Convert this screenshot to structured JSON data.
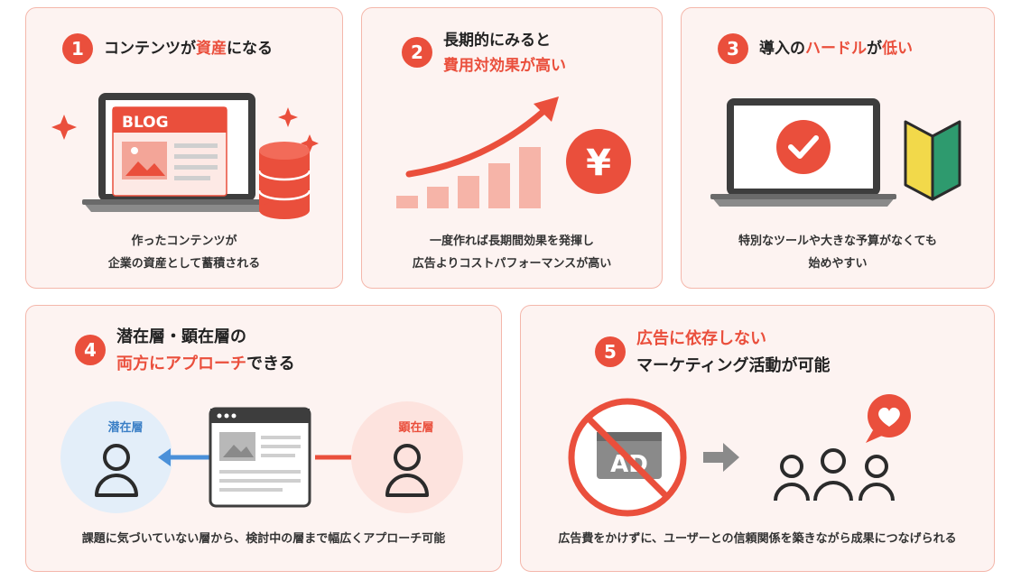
{
  "cards": [
    {
      "num": "1",
      "title_parts": [
        "コンテンツが",
        "資産",
        "になる"
      ],
      "desc": [
        "作ったコンテンツが",
        "企業の資産として蓄積される"
      ],
      "blog_label": "BLOG"
    },
    {
      "num": "2",
      "title_line1": "長期的にみると",
      "title_line2_hl": "費用対効果が高い",
      "desc": [
        "一度作れば長期間効果を発揮し",
        "広告よりコストパフォーマンスが高い"
      ],
      "yen": "¥"
    },
    {
      "num": "3",
      "title_parts": [
        "導入の",
        "ハードル",
        "が",
        "低い"
      ],
      "desc": [
        "特別なツールや大きな予算がなくても",
        "始めやすい"
      ]
    },
    {
      "num": "4",
      "title_line1": "潜在層・顕在層の",
      "title_line2_hl": "両方にアプローチ",
      "title_line2_rest": "できる",
      "left_label": "潜在層",
      "right_label": "顕在層",
      "desc": [
        "課題に気づいていない層から、検討中の層まで幅広くアプローチ可能"
      ]
    },
    {
      "num": "5",
      "title_line1_hl": "広告に依存しない",
      "title_line2": "マーケティング活動が可能",
      "ad_label": "AD",
      "desc": [
        "広告費をかけずに、ユーザーとの信頼関係を築きながら成果につなげられる"
      ]
    }
  ],
  "colors": {
    "accent": "#ea4f3c",
    "card_bg": "#fdf3f1",
    "card_border": "#f4b7ab",
    "blue": "#4a90d9",
    "green": "#2e9a6e",
    "yellow": "#f2d94a"
  },
  "icons": [
    "sparkle-icon",
    "laptop-icon",
    "database-icon",
    "growth-arrow-icon",
    "yen-coin-icon",
    "check-icon",
    "beginner-mark-icon",
    "person-icon",
    "browser-window-icon",
    "no-ad-icon",
    "arrow-right-icon",
    "heart-bubble-icon"
  ]
}
